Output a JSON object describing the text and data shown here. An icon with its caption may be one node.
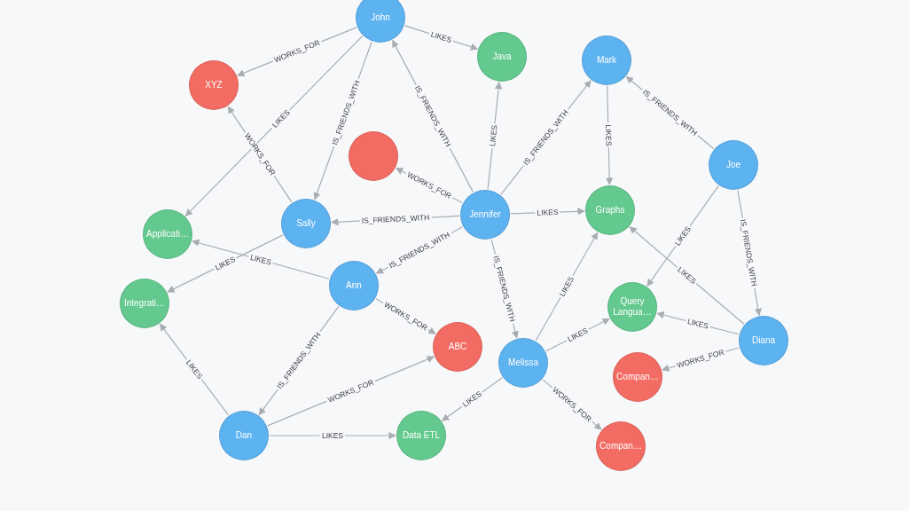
{
  "diagram": {
    "nodes": [
      {
        "text": [
          "John"
        ]
      },
      {
        "text": [
          "XYZ"
        ]
      },
      {
        "text": [
          "Java"
        ]
      },
      {
        "text": [
          "Mark"
        ]
      },
      {
        "text": [],
        "shape": "circle"
      },
      {
        "text": [
          "Joe"
        ]
      },
      {
        "text": [
          "Applicati…"
        ]
      },
      {
        "text": [
          "Sally"
        ]
      },
      {
        "text": [
          "Jennifer"
        ]
      },
      {
        "text": [
          "Graphs"
        ]
      },
      {
        "text": [
          "Integrati…"
        ]
      },
      {
        "text": [
          "Ann"
        ]
      },
      {
        "text": [
          "Query Langua…"
        ]
      },
      {
        "text": [
          "Diana"
        ]
      },
      {
        "text": [
          "ABC"
        ]
      },
      {
        "text": [
          "Melissa"
        ]
      },
      {
        "text": [
          "Compan…"
        ]
      },
      {
        "text": [
          "Dan"
        ]
      },
      {
        "text": [
          "Data ETL"
        ]
      },
      {
        "text": [
          "Compan…"
        ]
      }
    ],
    "edges": [
      {
        "from": 0,
        "to": 1,
        "arrow": "to",
        "label": "WORKS_FOR"
      },
      {
        "from": 0,
        "to": 2,
        "arrow": "to",
        "label": "LIKES"
      },
      {
        "from": 0,
        "to": 6,
        "arrow": "to",
        "label": "LIKES"
      },
      {
        "from": 0,
        "to": 7,
        "arrow": "to",
        "label": "IS_FRIENDS_WITH"
      },
      {
        "from": 7,
        "to": 1,
        "arrow": "to",
        "label": "WORKS_FOR"
      },
      {
        "from": 8,
        "to": 0,
        "arrow": "to",
        "label": "IS_FRIENDS_WITH"
      },
      {
        "from": 8,
        "to": 2,
        "arrow": "to",
        "label": "LIKES"
      },
      {
        "from": 8,
        "to": 3,
        "arrow": "to",
        "label": "IS_FRIENDS_WITH"
      },
      {
        "from": 8,
        "to": 4,
        "arrow": "to",
        "label": "WORKS_FOR"
      },
      {
        "from": 8,
        "to": 7,
        "arrow": "to",
        "label": "IS_FRIENDS_WITH"
      },
      {
        "from": 8,
        "to": 9,
        "arrow": "to",
        "label": "LIKES"
      },
      {
        "from": 8,
        "to": 11,
        "arrow": "to",
        "label": "IS_FRIENDS_WITH"
      },
      {
        "from": 8,
        "to": 15,
        "arrow": "to",
        "label": "IS_FRIENDS_WITH"
      },
      {
        "from": 3,
        "to": 9,
        "arrow": "to",
        "label": "LIKES"
      },
      {
        "from": 5,
        "to": 3,
        "arrow": "to",
        "label": "IS_FRIENDS_WITH"
      },
      {
        "from": 5,
        "to": 12,
        "arrow": "to",
        "label": "LIKES"
      },
      {
        "from": 5,
        "to": 13,
        "arrow": "to",
        "label": "IS_FRIENDS_WITH"
      },
      {
        "from": 13,
        "to": 9,
        "arrow": "to",
        "label": "LIKES"
      },
      {
        "from": 13,
        "to": 12,
        "arrow": "to",
        "label": "LIKES"
      },
      {
        "from": 13,
        "to": 16,
        "arrow": "to",
        "label": "WORKS_FOR"
      },
      {
        "from": 7,
        "to": 10,
        "arrow": "to",
        "label": "LIKES"
      },
      {
        "from": 11,
        "to": 6,
        "arrow": "to",
        "label": "LIKES"
      },
      {
        "from": 11,
        "to": 14,
        "arrow": "to",
        "label": "WORKS_FOR"
      },
      {
        "from": 11,
        "to": 17,
        "arrow": "to",
        "label": "IS_FRIENDS_WITH"
      },
      {
        "from": 17,
        "to": 10,
        "arrow": "to",
        "label": "LIKES"
      },
      {
        "from": 17,
        "to": 14,
        "arrow": "to",
        "label": "WORKS_FOR"
      },
      {
        "from": 17,
        "to": 18,
        "arrow": "to",
        "label": "LIKES"
      },
      {
        "from": 15,
        "to": 9,
        "arrow": "to",
        "label": "LIKES"
      },
      {
        "from": 15,
        "to": 12,
        "arrow": "to",
        "label": "LIKES"
      },
      {
        "from": 15,
        "to": 18,
        "arrow": "to",
        "label": "LIKES"
      },
      {
        "from": 15,
        "to": 19,
        "arrow": "to",
        "label": "WORKS_FOR"
      }
    ]
  }
}
